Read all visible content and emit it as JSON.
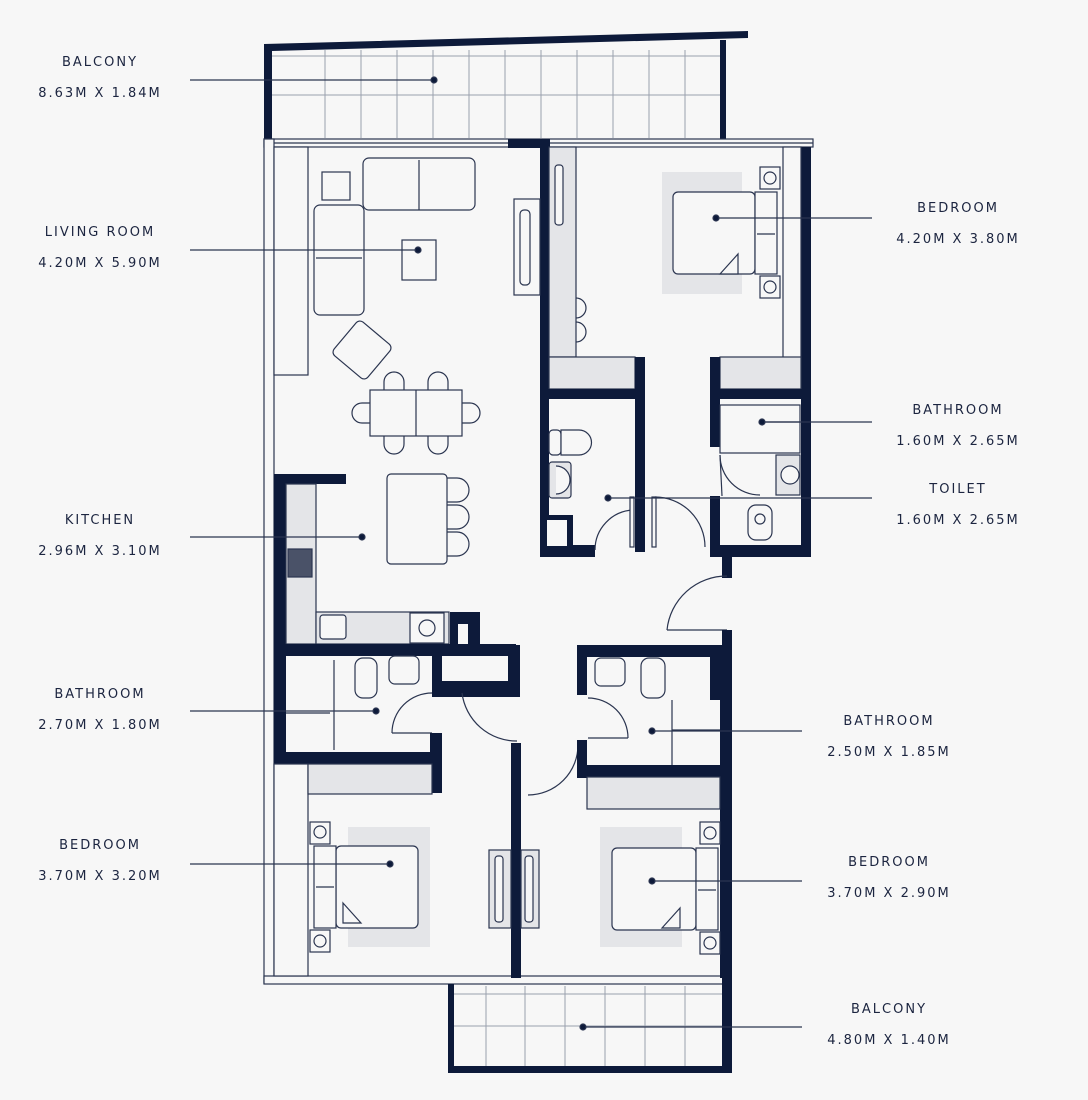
{
  "plan": {
    "colors": {
      "wall": "#0d1a3a",
      "background": "#f7f7f7",
      "fill_gray": "#e4e5e8",
      "line": "#2b3550"
    }
  },
  "rooms": [
    {
      "id": "balcony-top",
      "name": "BALCONY",
      "dims": "8.63M X 1.84M",
      "side": "left"
    },
    {
      "id": "living-room",
      "name": "LIVING ROOM",
      "dims": "4.20M X 5.90M",
      "side": "left"
    },
    {
      "id": "kitchen",
      "name": "KITCHEN",
      "dims": "2.96M X 3.10M",
      "side": "left"
    },
    {
      "id": "bathroom-left",
      "name": "BATHROOM",
      "dims": "2.70M X 1.80M",
      "side": "left"
    },
    {
      "id": "bedroom-left",
      "name": "BEDROOM",
      "dims": "3.70M X 3.20M",
      "side": "left"
    },
    {
      "id": "bedroom-master",
      "name": "BEDROOM",
      "dims": "4.20M X 3.80M",
      "side": "right"
    },
    {
      "id": "bathroom-master",
      "name": "BATHROOM",
      "dims": "1.60M X 2.65M",
      "side": "right"
    },
    {
      "id": "toilet",
      "name": "TOILET",
      "dims": "1.60M X 2.65M",
      "side": "right"
    },
    {
      "id": "bathroom-right",
      "name": "BATHROOM",
      "dims": "2.50M X 1.85M",
      "side": "right"
    },
    {
      "id": "bedroom-right",
      "name": "BEDROOM",
      "dims": "3.70M X 2.90M",
      "side": "right"
    },
    {
      "id": "balcony-bottom",
      "name": "BALCONY",
      "dims": "4.80M X 1.40M",
      "side": "right"
    }
  ]
}
